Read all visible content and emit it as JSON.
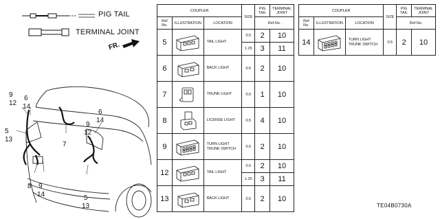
{
  "legend": {
    "pig_tail_label": "PIG TAIL",
    "terminal_joint_label": "TERMINAL JOINT",
    "front_label": "FR."
  },
  "callouts": {
    "c9a": "9",
    "c12a": "12",
    "c6a": "6",
    "c14a": "14",
    "c5a": "5",
    "c13a": "13",
    "c7": "7",
    "c6b": "6",
    "c14b": "14",
    "c9b": "9",
    "c12b": "12",
    "c8": "8",
    "c9c": "9",
    "c14c": "14",
    "c5b": "5",
    "c13b": "13"
  },
  "table_main": {
    "header": {
      "coupler": "COUPLER",
      "ref_no_line1": "Ref",
      "ref_no_line2": "No.",
      "illustration": "ILLUSTRATION",
      "location": "LOCATION",
      "size": "SIZE",
      "pig_tail_line1": "PIG",
      "pig_tail_line2": "TAIL",
      "terminal_line1": "TERMINAL",
      "terminal_line2": "JOINT",
      "ref_no2": "Ref.No."
    },
    "rows": [
      {
        "ref": "5",
        "loc1": "TAIL LIGHT",
        "loc2": "",
        "sizes": [
          "0.5",
          "1.25"
        ],
        "pig": [
          "2",
          "3"
        ],
        "term": [
          "10",
          "11"
        ]
      },
      {
        "ref": "6",
        "loc1": "BACK LIGHT",
        "loc2": "",
        "sizes": [
          "0.5"
        ],
        "pig": [
          "2"
        ],
        "term": [
          "10"
        ]
      },
      {
        "ref": "7",
        "loc1": "TRUNK LIGHT",
        "loc2": "",
        "sizes": [
          "0.5"
        ],
        "pig": [
          "1"
        ],
        "term": [
          "10"
        ]
      },
      {
        "ref": "8",
        "loc1": "LICENSE LIGHT",
        "loc2": "",
        "sizes": [
          "0.5"
        ],
        "pig": [
          "4"
        ],
        "term": [
          "10"
        ]
      },
      {
        "ref": "9",
        "loc1": "TURN LIGHT",
        "loc2": "TRUNK SWITCH",
        "sizes": [
          "0.5"
        ],
        "pig": [
          "2"
        ],
        "term": [
          "10"
        ]
      },
      {
        "ref": "12",
        "loc1": "TAIL LIGHT",
        "loc2": "",
        "sizes": [
          "0.5",
          "1.25"
        ],
        "pig": [
          "2",
          "3"
        ],
        "term": [
          "10",
          "11"
        ]
      },
      {
        "ref": "13",
        "loc1": "BACK LIGHT",
        "loc2": "",
        "sizes": [
          "0.5"
        ],
        "pig": [
          "2"
        ],
        "term": [
          "10"
        ]
      }
    ]
  },
  "table_side": {
    "header": {
      "coupler": "COUPLER",
      "ref_no_line1": "Ref",
      "ref_no_line2": "No.",
      "illustration": "ILLUSTRATION",
      "location": "LOCATION",
      "size": "SIZE",
      "pig_tail_line1": "PIG",
      "pig_tail_line2": "TAIL",
      "terminal_line1": "TERMINAL",
      "terminal_line2": "JOINT",
      "ref_no2": "Ref.No."
    },
    "row": {
      "ref": "14",
      "loc1": "TURN LIGHT",
      "loc2": "TRUNK SWITCH",
      "size": "0.5",
      "pig": "2",
      "term": "10"
    }
  },
  "part_code": "TE04B0730A"
}
